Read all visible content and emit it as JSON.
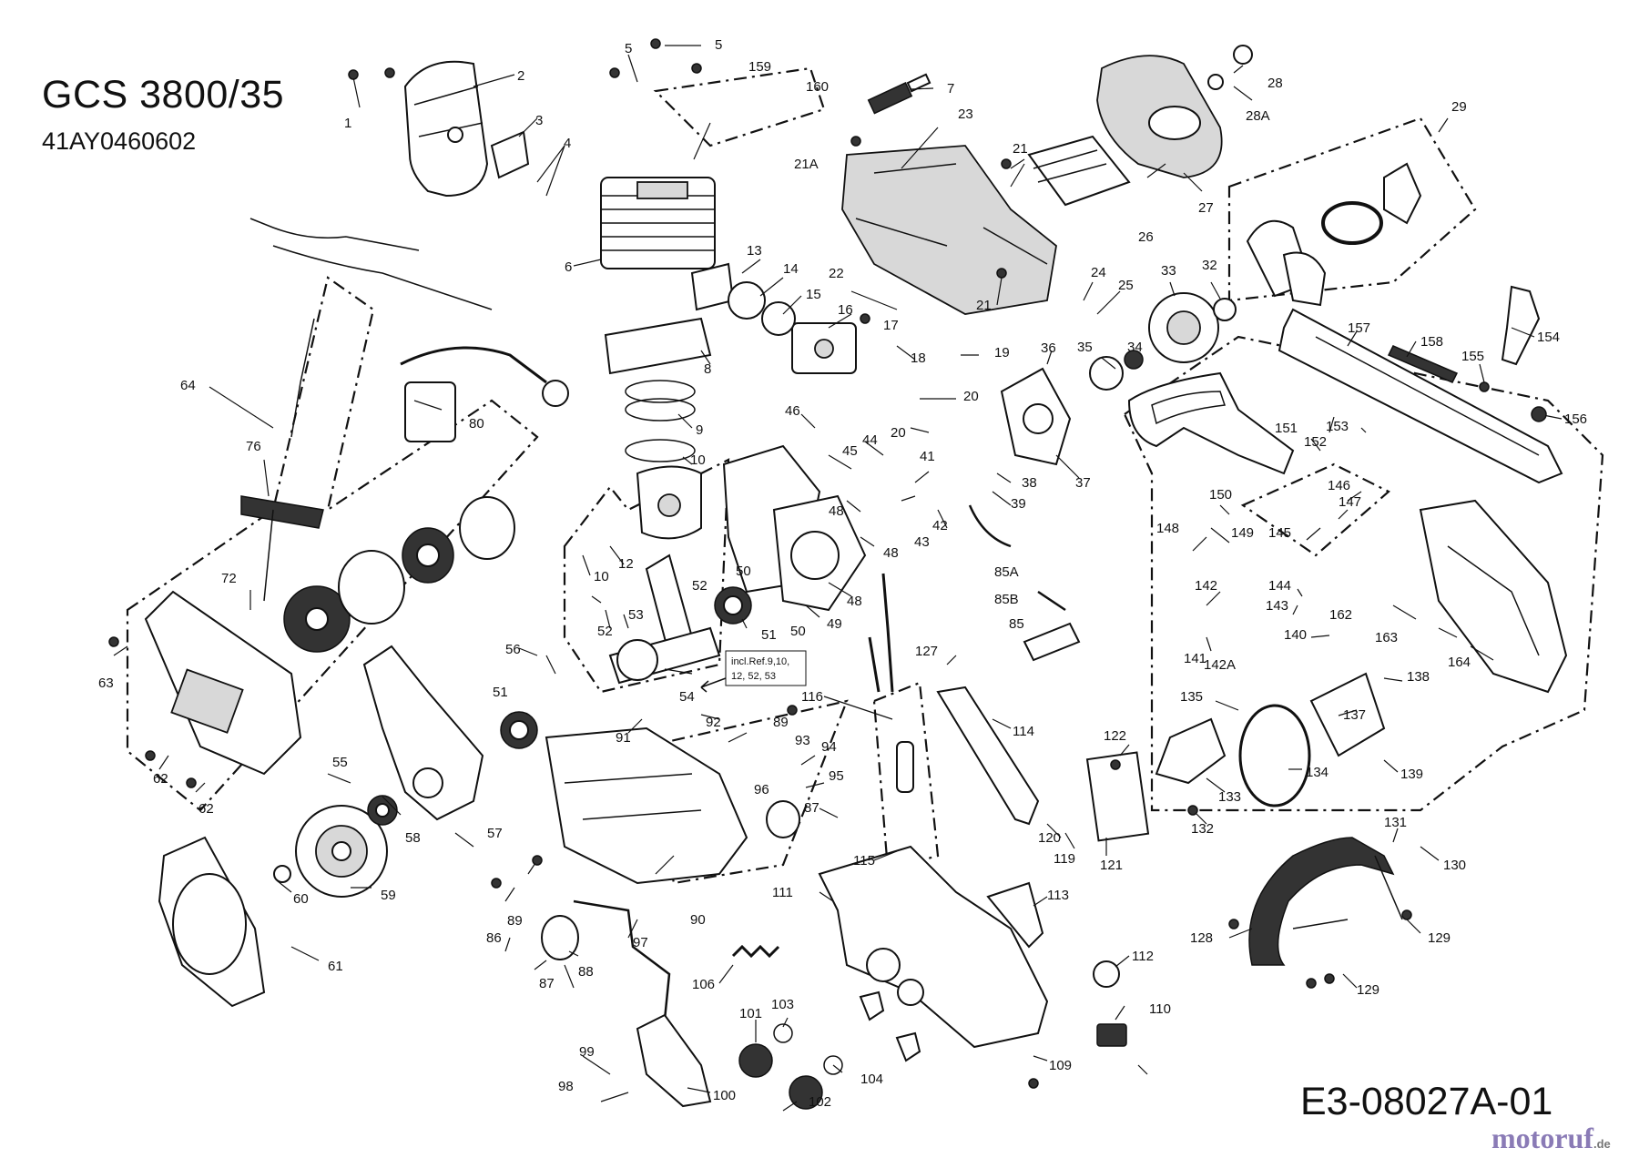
{
  "header": {
    "model": "GCS 3800/35",
    "article_number": "41AY0460602"
  },
  "footer": {
    "drawing_code": "E3-08027A-01",
    "watermark": "motoruf",
    "watermark_tld": ".de"
  },
  "note_box": {
    "lines": [
      "incl.Ref.9,10,",
      "12, 52, 53"
    ]
  },
  "labels": {
    "l1": "1",
    "l2": "2",
    "l3": "3",
    "l4": "4",
    "l5a": "5",
    "l5b": "5",
    "l6": "6",
    "l7": "7",
    "l8": "8",
    "l9": "9",
    "l10a": "10",
    "l10b": "10",
    "l12": "12",
    "l13": "13",
    "l14": "14",
    "l15": "15",
    "l16": "16",
    "l17": "17",
    "l18": "18",
    "l19": "19",
    "l20a": "20",
    "l20b": "20",
    "l21a": "21",
    "l21b": "21",
    "l21A": "21A",
    "l22": "22",
    "l23": "23",
    "l24": "24",
    "l25": "25",
    "l26": "26",
    "l27": "27",
    "l28": "28",
    "l28A": "28A",
    "l29": "29",
    "l32": "32",
    "l33": "33",
    "l34": "34",
    "l35": "35",
    "l36": "36",
    "l37": "37",
    "l38": "38",
    "l39": "39",
    "l41": "41",
    "l42": "42",
    "l43": "43",
    "l44": "44",
    "l45": "45",
    "l46": "46",
    "l48a": "48",
    "l48b": "48",
    "l48c": "48",
    "l49": "49",
    "l50a": "50",
    "l50b": "50",
    "l51a": "51",
    "l51b": "51",
    "l52a": "52",
    "l52b": "52",
    "l53": "53",
    "l54": "54",
    "l55": "55",
    "l56": "56",
    "l57": "57",
    "l58": "58",
    "l59": "59",
    "l60": "60",
    "l61": "61",
    "l62a": "62",
    "l62b": "62",
    "l63": "63",
    "l64": "64",
    "l72": "72",
    "l76": "76",
    "l80": "80",
    "l85": "85",
    "l85A": "85A",
    "l85B": "85B",
    "l86": "86",
    "l87a": "87",
    "l87b": "87",
    "l88": "88",
    "l89a": "89",
    "l89b": "89",
    "l90": "90",
    "l91": "91",
    "l92": "92",
    "l93": "93",
    "l94": "94",
    "l95": "95",
    "l96": "96",
    "l97": "97",
    "l98": "98",
    "l99": "99",
    "l100": "100",
    "l101": "101",
    "l102": "102",
    "l103": "103",
    "l104": "104",
    "l106": "106",
    "l109": "109",
    "l110": "110",
    "l111": "111",
    "l112": "112",
    "l113": "113",
    "l114": "114",
    "l115": "115",
    "l116": "116",
    "l119": "119",
    "l120": "120",
    "l121": "121",
    "l122": "122",
    "l127": "127",
    "l128": "128",
    "l129a": "129",
    "l129b": "129",
    "l130": "130",
    "l131": "131",
    "l132": "132",
    "l133": "133",
    "l134": "134",
    "l135": "135",
    "l137": "137",
    "l138": "138",
    "l139": "139",
    "l140": "140",
    "l141": "141",
    "l142": "142",
    "l142A": "142A",
    "l143": "143",
    "l144": "144",
    "l145": "145",
    "l146": "146",
    "l147": "147",
    "l148": "148",
    "l149": "149",
    "l150": "150",
    "l151": "151",
    "l152": "152",
    "l153": "153",
    "l154": "154",
    "l155": "155",
    "l156": "156",
    "l157": "157",
    "l158": "158",
    "l159": "159",
    "l160": "160",
    "l162": "162",
    "l163": "163",
    "l164": "164"
  },
  "colors": {
    "ink": "#111111",
    "watermark": "#8a7bb6",
    "background": "#ffffff"
  }
}
